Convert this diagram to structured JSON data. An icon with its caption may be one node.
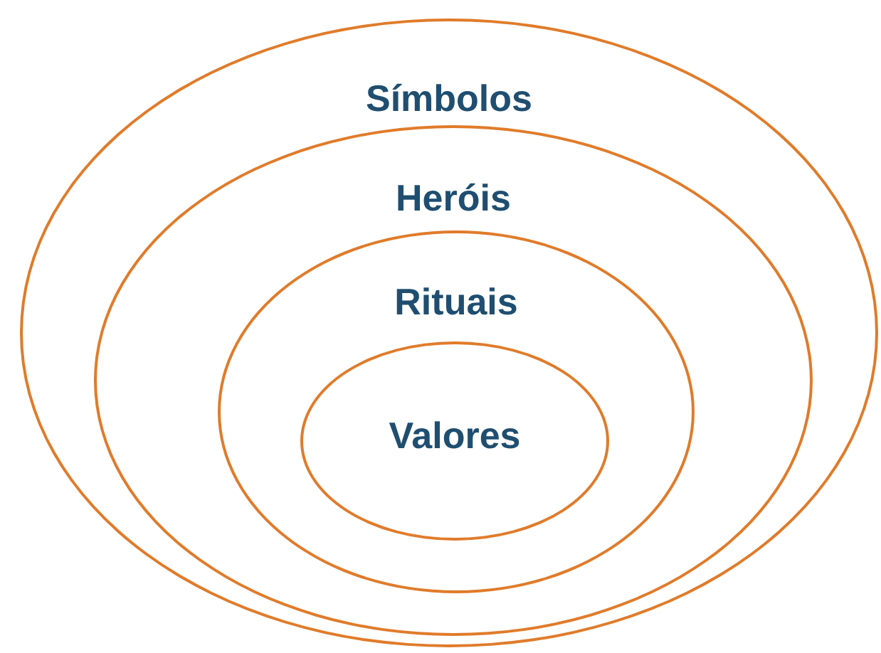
{
  "diagram": {
    "nodes": [
      {
        "text": [
          "Símbolos"
        ]
      },
      {
        "text": [
          "Heróis"
        ],
        "in": 0
      },
      {
        "text": [
          "Rituais"
        ],
        "in": 1
      },
      {
        "text": [
          "Valores"
        ],
        "in": 2
      }
    ]
  }
}
